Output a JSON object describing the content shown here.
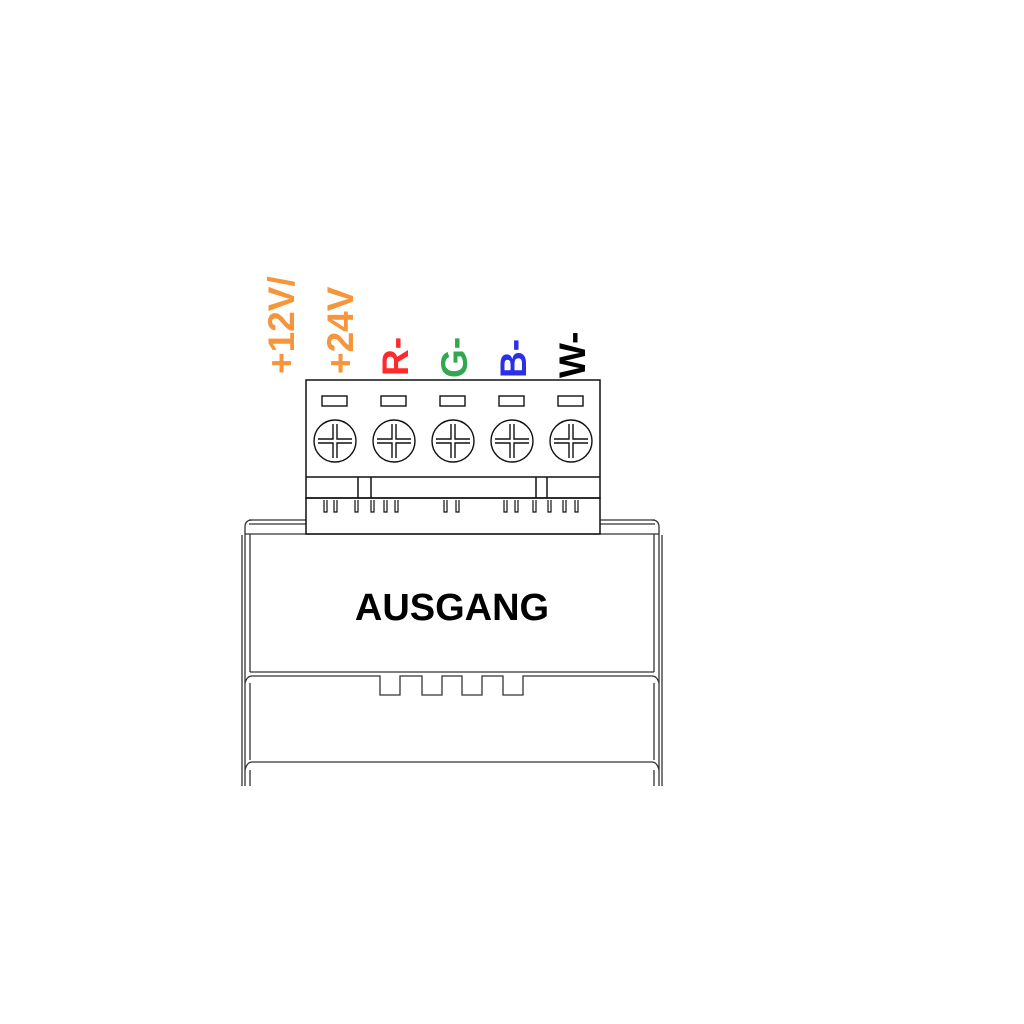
{
  "terminals": [
    {
      "id": "v-plus",
      "label_line1": "+12V/",
      "label_line2": "+24V",
      "color": "#f6953b"
    },
    {
      "id": "r-minus",
      "label": "R-",
      "color": "#ff2a2a"
    },
    {
      "id": "g-minus",
      "label": "G-",
      "color": "#2fa84f"
    },
    {
      "id": "b-minus",
      "label": "B-",
      "color": "#2b2fe6"
    },
    {
      "id": "w-minus",
      "label": "W-",
      "color": "#000000"
    }
  ],
  "housing": {
    "label": "AUSGANG"
  },
  "colors": {
    "line": "#111111",
    "body_edge": "#333333"
  }
}
